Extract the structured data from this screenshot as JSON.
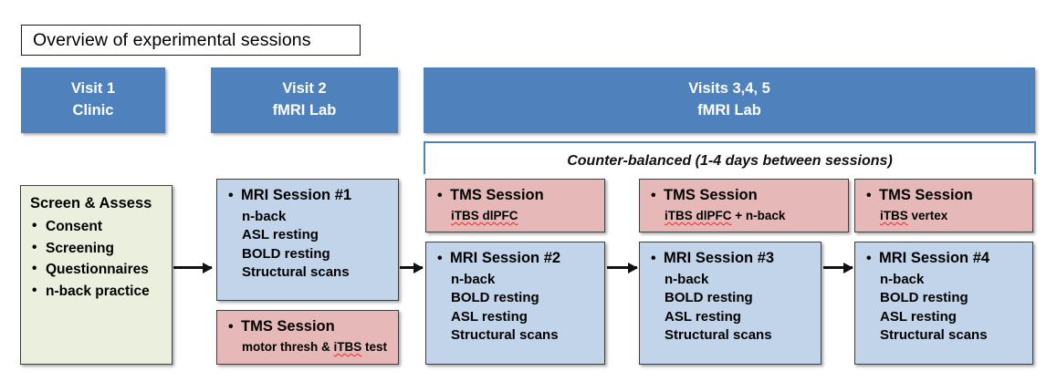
{
  "title": "Overview of experimental sessions",
  "headers": [
    {
      "name": "visit-1",
      "line1": "Visit 1",
      "line2": "Clinic"
    },
    {
      "name": "visit-2",
      "line1": "Visit 2",
      "line2": "fMRI Lab"
    },
    {
      "name": "visits-345",
      "line1": "Visits 3,4, 5",
      "line2": "fMRI Lab"
    }
  ],
  "bracket": {
    "label": "Counter-balanced (1-4 days between sessions)"
  },
  "screen": {
    "title": "Screen & Assess",
    "items": [
      "Consent",
      "Screening",
      "Questionnaires",
      "n-back practice"
    ]
  },
  "mri1": {
    "title": "MRI Session #1",
    "items": [
      "n-back",
      "ASL resting",
      "BOLD resting",
      "Structural scans"
    ]
  },
  "tms1": {
    "title": "TMS Session",
    "note_pre": "motor thresh & ",
    "note_misspell": "iTBS",
    "note_post": " test"
  },
  "tms2": {
    "title": "TMS Session",
    "note_pre": "",
    "note_misspell": "iTBS dlPFC",
    "note_post": ""
  },
  "tms3": {
    "title": "TMS Session",
    "note_pre": "",
    "note_misspell": "iTBS dlPFC",
    "note_post": " + n-back"
  },
  "tms4": {
    "title": "TMS Session",
    "note_pre": "",
    "note_misspell": "iTBS",
    "note_post": " vertex"
  },
  "mri2": {
    "title": "MRI Session #2",
    "items": [
      "n-back",
      "BOLD resting",
      "ASL resting",
      "Structural scans"
    ]
  },
  "mri3": {
    "title": "MRI Session #3",
    "items": [
      "n-back",
      "BOLD resting",
      "ASL resting",
      "Structural scans"
    ]
  },
  "mri4": {
    "title": "MRI Session #4",
    "items": [
      "n-back",
      "BOLD resting",
      "ASL resting",
      "Structural scans"
    ]
  },
  "colors": {
    "header_blue": "#4f81bd",
    "box_blue": "#c2d4ea",
    "box_pink": "#e6b8b7",
    "box_green": "#ebefdd",
    "arrow": "#111111",
    "misspell_underline": "#e03030"
  }
}
